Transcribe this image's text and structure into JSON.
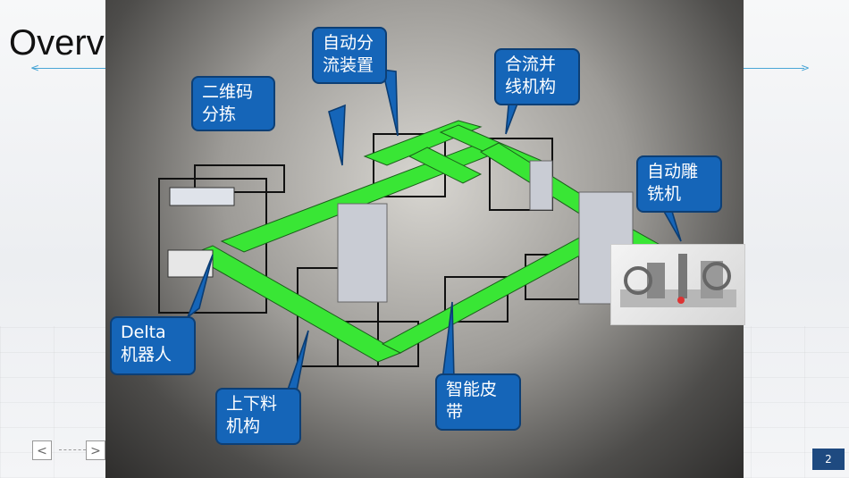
{
  "slide": {
    "title": "Overview",
    "page_number": "2"
  },
  "callouts": {
    "qr_sort": "二维码\n分拣",
    "auto_divert": "自动分\n流装置",
    "merge": "合流并\n线机构",
    "carving": "自动雕\n铣机",
    "delta": "Delta\n机器人",
    "loader": "上下料\n机构",
    "smart_belt": "智能皮\n带"
  },
  "nav": {
    "prev": "<",
    "next": ">"
  },
  "colors": {
    "callout_fill": "#1565b8",
    "conveyor_green": "#39e635",
    "accent_line": "#49a6d6",
    "page_badge": "#1e4a80"
  }
}
